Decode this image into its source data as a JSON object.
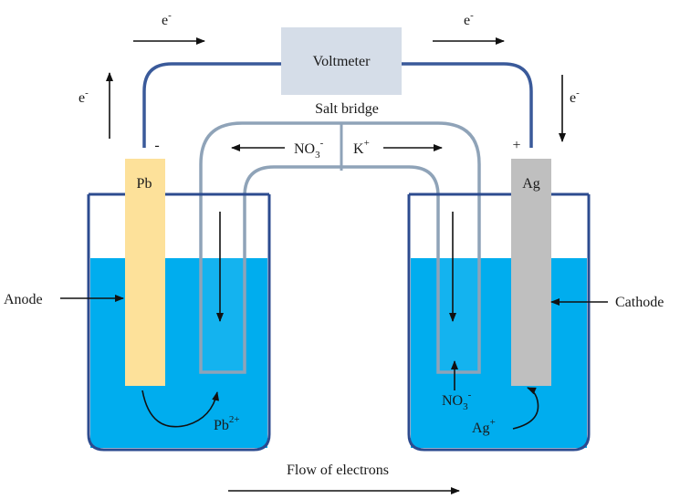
{
  "voltmeter": {
    "label": "Voltmeter"
  },
  "electron": {
    "symbol": "e",
    "charge": "-"
  },
  "salt_bridge": {
    "label": "Salt bridge",
    "anion_base": "NO",
    "anion_sub": "3",
    "anion_charge": "-",
    "cation_base": "K",
    "cation_charge": "+"
  },
  "anode": {
    "label": "Anode",
    "electrode": "Pb",
    "sign": "-",
    "ion_base": "Pb",
    "ion_charge": "2+"
  },
  "cathode": {
    "label": "Cathode",
    "electrode": "Ag",
    "sign": "+",
    "ion_base": "Ag",
    "ion_charge": "+"
  },
  "right_beaker": {
    "anion_base": "NO",
    "anion_sub": "3",
    "anion_charge": "-"
  },
  "flow": {
    "label": "Flow of electrons"
  },
  "colors": {
    "wire": "#3a5a9a",
    "bridge": "#8fa3b8",
    "solution": "#00adee",
    "beaker": "#2c4b8f",
    "lead": "#fde19a",
    "silver": "#bfbfbf",
    "voltmeter_fill": "#d5dde8"
  }
}
